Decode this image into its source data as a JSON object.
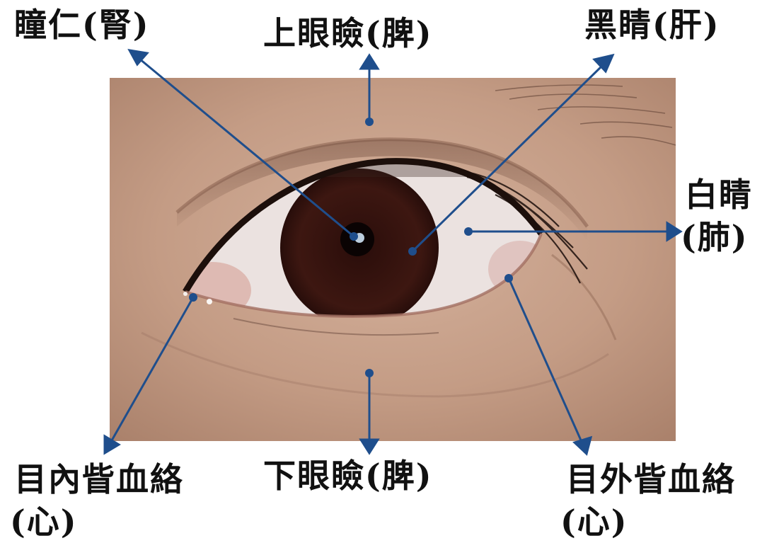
{
  "labels": {
    "pupil": "瞳仁(腎)",
    "upper_eyelid": "上眼瞼(脾)",
    "iris": "黑睛(肝)",
    "sclera_line1": "白睛",
    "sclera_line2": "(肺)",
    "inner_canthus_line1": "目內眥血絡",
    "inner_canthus_line2": "(心)",
    "lower_eyelid": "下眼瞼(脾)",
    "outer_canthus_line1": "目外眥血絡",
    "outer_canthus_line2": "(心)"
  },
  "colors": {
    "arrow": "#1f4e8c",
    "skin": "#c6a089",
    "iris": "#3a1410",
    "sclera": "#ece6e4",
    "text": "#111111"
  }
}
